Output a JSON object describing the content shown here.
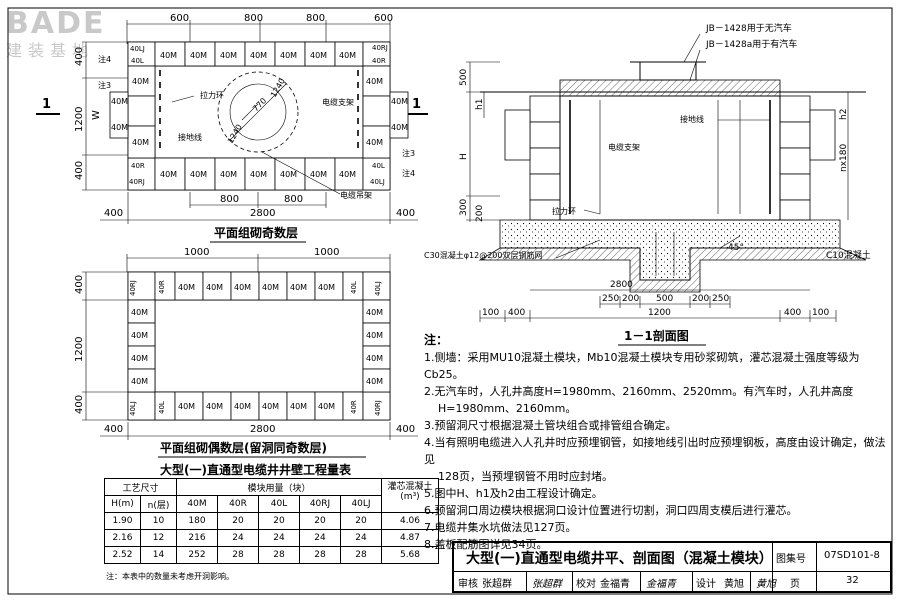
{
  "logo": {
    "brand": "BADE",
    "sub": "建装基地"
  },
  "plan_odd": {
    "title": "平面组砌奇数层",
    "dim_top": [
      "600",
      "800",
      "800",
      "600"
    ],
    "dim_bottom_inner": [
      "800",
      "800"
    ],
    "dim_bottom": [
      "400",
      "2800",
      "400"
    ],
    "dim_left": [
      "400",
      "1200",
      "400"
    ],
    "w": "W",
    "blocks": "40M",
    "b40lj": "40LJ",
    "b40rj": "40RJ",
    "b40l": "40L",
    "b40r": "40R",
    "zhu3": "注3",
    "zhu4": "注4",
    "lalihuan": "拉力环",
    "jiedixian": "接地线",
    "dianlanzhijia": "电缆支架",
    "dianlandiaojia": "电缆吊架",
    "r1240": "1240",
    "r770": "770",
    "r1240b": "1240",
    "section_mark": "1"
  },
  "plan_even": {
    "title": "平面组砌偶数层(留洞同奇数层)",
    "dim_top": [
      "1000",
      "1000"
    ],
    "dim_bottom": [
      "400",
      "2800",
      "400"
    ],
    "dim_left": [
      "400",
      "1200",
      "400"
    ],
    "b40rj": "40RJ",
    "b40lj": "40LJ",
    "b40r": "40R",
    "b40l": "40L",
    "b40m": "40M"
  },
  "section": {
    "title": "1－1剖面图",
    "jb1": "JB－1428用于无汽车",
    "jb2": "JB－1428a用于有汽车",
    "d500": "500",
    "h1": "h1",
    "h2": "h2",
    "H": "H",
    "nx180": "nx180",
    "d300": "300",
    "d200": "200",
    "jiedixian": "接地线",
    "dianlanzhijia": "电缆支架",
    "lalihuan": "拉力环",
    "c30": "C30混凝土φ12@200双层钢筋网",
    "c10": "C10混凝土",
    "angle": "45°",
    "dim_b1": [
      "250",
      "200",
      "500",
      "200",
      "250"
    ],
    "dim_b2": "2800",
    "dim_b3": "1200",
    "dim_b4": [
      "100",
      "400",
      "400",
      "100"
    ]
  },
  "notes": {
    "head": "注：",
    "n1": "1.侧墙：采用MU10混凝土模块，Mb10混凝土模块专用砂浆砌筑，灌芯混凝土强度等级为Cb25。",
    "n2a": "2.无汽车时，人孔井高度H=1980mm、2160mm、2520mm。有汽车时，人孔井高度",
    "n2b": "H=1980mm、2160mm。",
    "n3": "3.预留洞尺寸根据混凝土管块组合或排管组合确定。",
    "n4a": "4.当有照明电缆进入人孔井时应预埋钢管，如接地线引出时应预埋钢板，高度由设计确定，做法见",
    "n4b": "128页，当预埋钢管不用时应封堵。",
    "n5": "5.图中H、h1及h2由工程设计确定。",
    "n6": "6.预留洞口周边模块根据洞口设计位置进行切割，洞口四周支模后进行灌芯。",
    "n7": "7.电缆井集水坑做法见127页。",
    "n8": "8.盖板配筋图详见34页。"
  },
  "qty_table": {
    "title": "大型(一)直通型电缆井井壁工程量表",
    "h_craft": "工艺尺寸",
    "h_usage": "模块用量（块）",
    "h_grout": "灌芯混凝土",
    "h_H": "H(m)",
    "h_n": "n(层)",
    "h_40M": "40M",
    "h_40R": "40R",
    "h_40L": "40L",
    "h_40RJ": "40RJ",
    "h_40LJ": "40LJ",
    "h_m3": "(m³)",
    "rows": [
      [
        "1.90",
        "10",
        "180",
        "20",
        "20",
        "20",
        "20",
        "4.06"
      ],
      [
        "2.16",
        "12",
        "216",
        "24",
        "24",
        "24",
        "24",
        "4.87"
      ],
      [
        "2.52",
        "14",
        "252",
        "28",
        "28",
        "28",
        "28",
        "5.68"
      ]
    ],
    "note": "注：本表中的数量未考虑开洞影响。"
  },
  "title_block": {
    "title": "大型(一)直通型电缆井平、剖面图（混凝土模块）",
    "atlas_label": "图集号",
    "atlas_no": "07SD101-8",
    "review_label": "审核",
    "reviewer": "张超群",
    "check_label": "校对",
    "checker": "金福青",
    "design_label": "设计",
    "designer": "黄旭",
    "page_label": "页",
    "page_no": "32"
  }
}
